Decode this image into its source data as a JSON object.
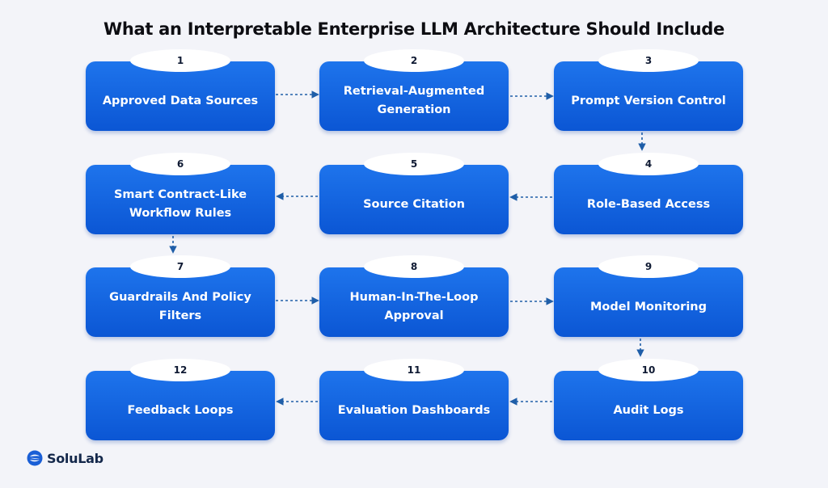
{
  "title": "What an Interpretable Enterprise LLM Architecture Should Include",
  "colors": {
    "box": "#1565e0",
    "arrow": "#1f5ea8",
    "badge_bg": "#ffffff",
    "background": "#f3f4f9"
  },
  "steps": [
    {
      "num": "1",
      "label": "Approved Data Sources"
    },
    {
      "num": "2",
      "label": "Retrieval-Augmented Generation"
    },
    {
      "num": "3",
      "label": "Prompt Version Control"
    },
    {
      "num": "4",
      "label": "Role-Based Access"
    },
    {
      "num": "5",
      "label": "Source Citation"
    },
    {
      "num": "6",
      "label": "Smart Contract-Like Workflow Rules"
    },
    {
      "num": "7",
      "label": "Guardrails And Policy Filters"
    },
    {
      "num": "8",
      "label": "Human-In-The-Loop Approval"
    },
    {
      "num": "9",
      "label": "Model Monitoring"
    },
    {
      "num": "10",
      "label": "Audit Logs"
    },
    {
      "num": "11",
      "label": "Evaluation Dashboards"
    },
    {
      "num": "12",
      "label": "Feedback Loops"
    }
  ],
  "logo": {
    "text": "SoluLab",
    "icon": "solulab-logo-icon"
  }
}
